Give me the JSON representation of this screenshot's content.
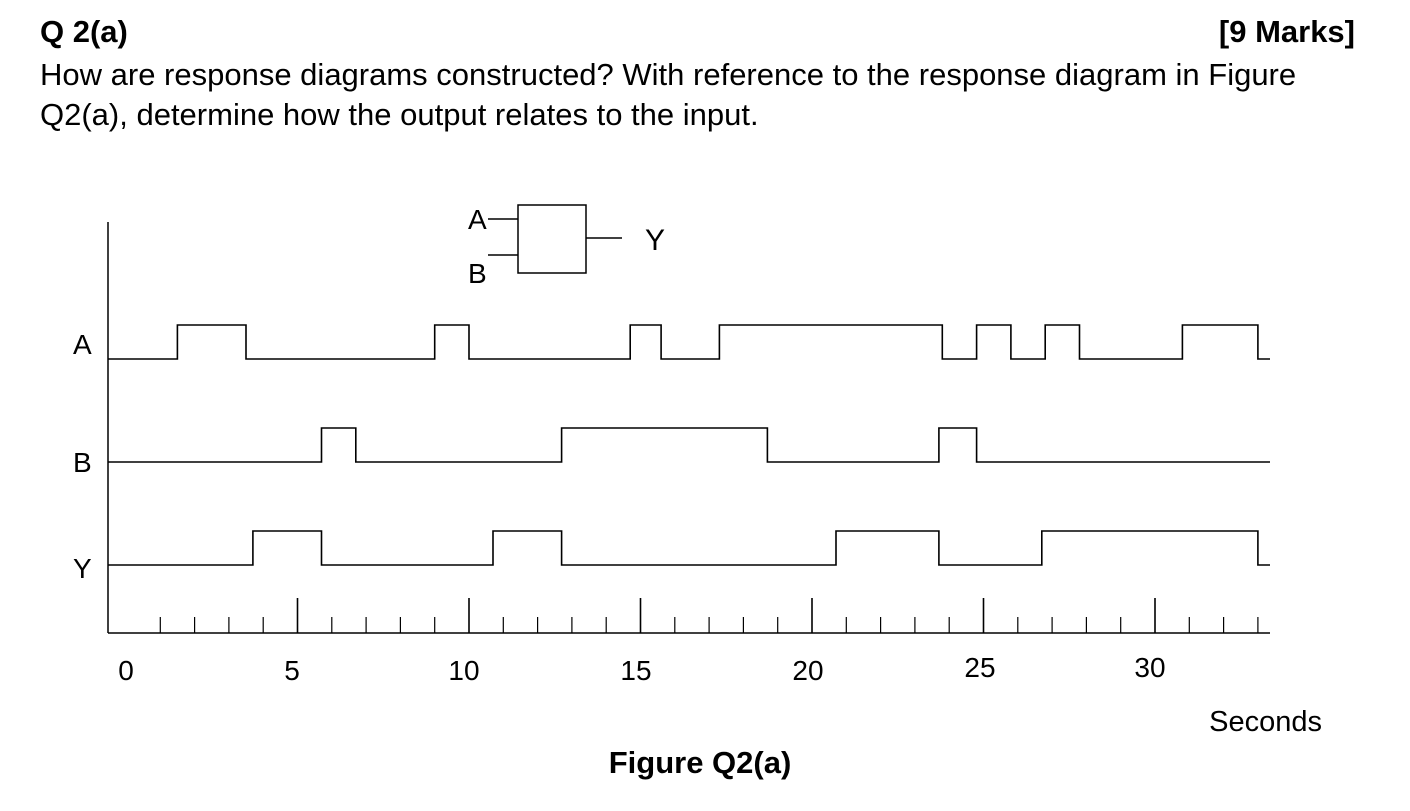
{
  "question": {
    "number": "Q 2(a)",
    "marks": "[9 Marks]",
    "text": "How are response diagrams constructed? With reference to the response diagram in Figure Q2(a), determine how the output relates to the input."
  },
  "figure": {
    "caption": "Figure Q2(a)",
    "gate": {
      "inputs": [
        "A",
        "B"
      ],
      "output": "Y"
    }
  },
  "chart_data": {
    "type": "line",
    "xlabel": "Seconds",
    "xlim": [
      0,
      33
    ],
    "ticks": [
      "0",
      "5",
      "10",
      "15",
      "20",
      "25",
      "30"
    ],
    "signals": [
      {
        "name": "A",
        "high_intervals": [
          [
            1.5,
            3.5
          ],
          [
            9,
            10
          ],
          [
            14.7,
            15.6
          ],
          [
            17.3,
            23.8
          ],
          [
            24.8,
            25.8
          ],
          [
            26.8,
            27.8
          ],
          [
            30.8,
            33
          ]
        ]
      },
      {
        "name": "B",
        "high_intervals": [
          [
            5.7,
            6.7
          ],
          [
            12.7,
            18.7
          ],
          [
            23.7,
            24.8
          ]
        ]
      },
      {
        "name": "Y",
        "high_intervals": [
          [
            3.7,
            5.7
          ],
          [
            10.7,
            12.7
          ],
          [
            20.7,
            23.7
          ],
          [
            26.7,
            33
          ]
        ]
      }
    ]
  }
}
